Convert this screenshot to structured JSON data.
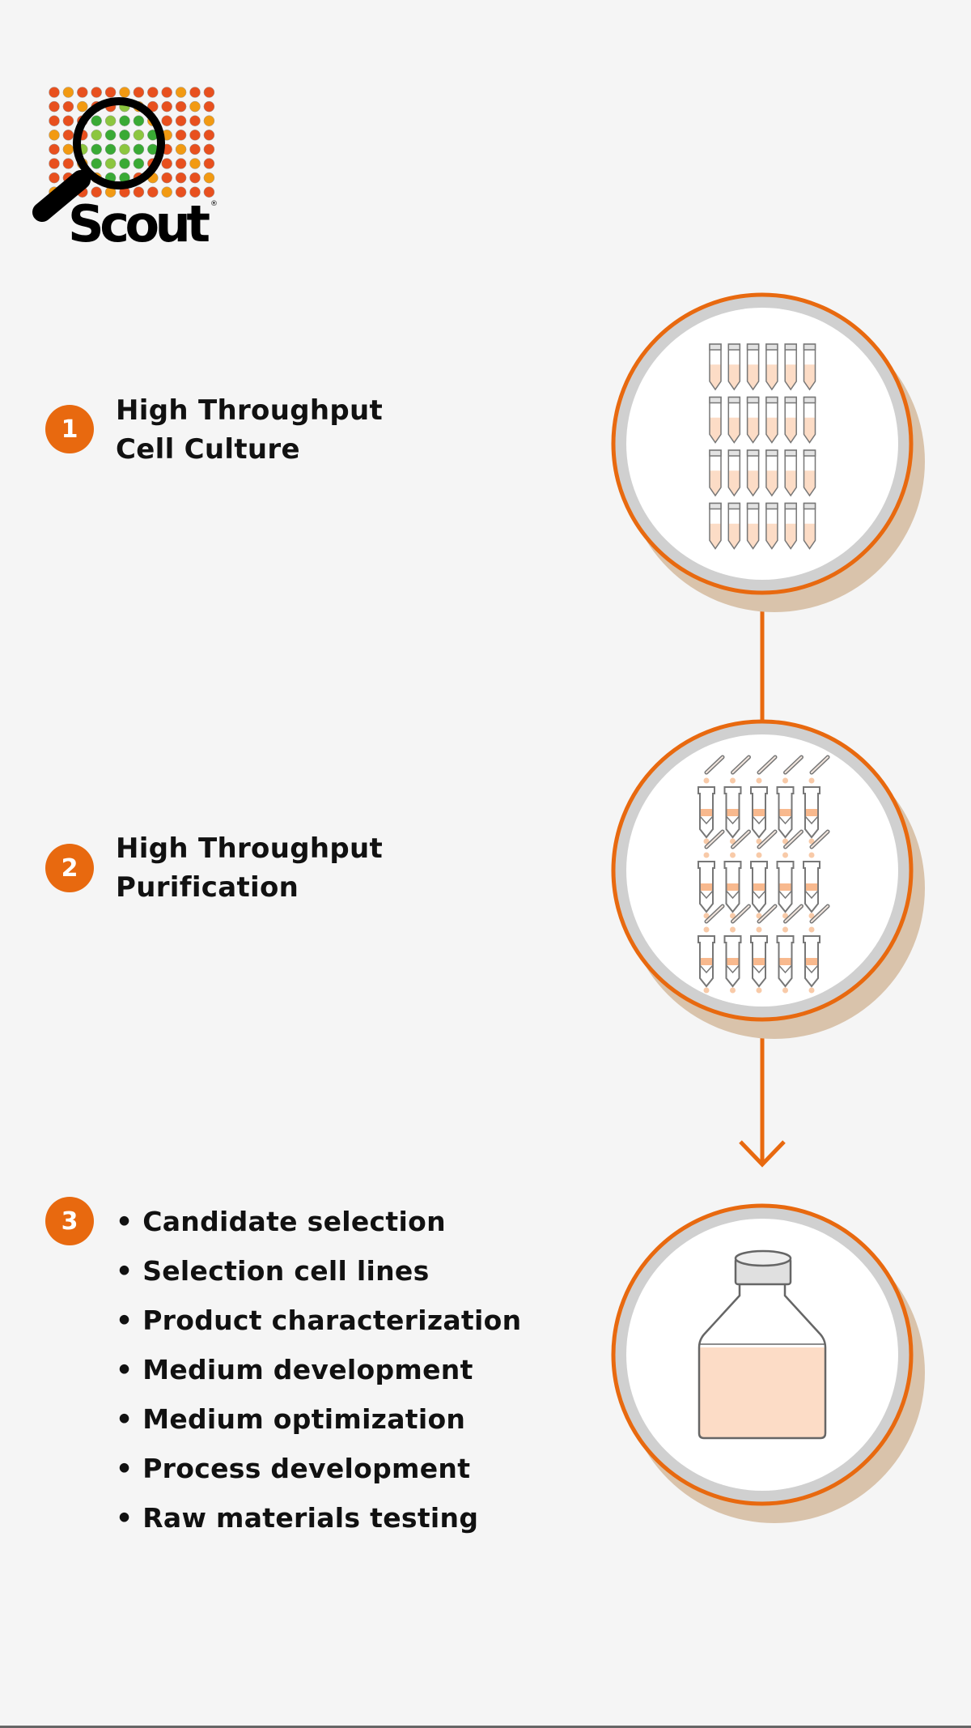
{
  "logo": {
    "text": "Scout",
    "registered": "®"
  },
  "steps": [
    {
      "number": "1",
      "title_line1": "High Throughput",
      "title_line2": "Cell Culture",
      "illustration": "tubes-icon"
    },
    {
      "number": "2",
      "title_line1": "High Throughput",
      "title_line2": "Purification",
      "illustration": "pipette-tubes-icon"
    },
    {
      "number": "3",
      "illustration": "bottle-icon",
      "items": [
        "Candidate selection",
        "Selection cell lines",
        "Product characterization",
        "Medium development",
        "Medium optimization",
        "Process development",
        "Raw materials testing"
      ]
    }
  ],
  "colors": {
    "accent": "#e8690f",
    "ring": "#d0d0d0",
    "shadow": "#d9c3ab",
    "liquid": "#fcdcc6",
    "outline": "#666666"
  }
}
